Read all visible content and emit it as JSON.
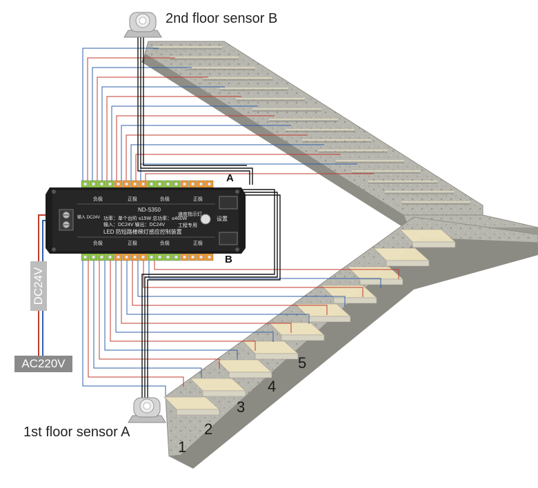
{
  "sensors": {
    "top_label": "2nd floor sensor B",
    "bottom_label": "1st floor sensor A"
  },
  "power": {
    "dc_label": "DC24V",
    "ac_label": "AC220V"
  },
  "controller": {
    "port_a": "A",
    "port_b": "B",
    "model": "ND-S350",
    "title": "LED 防短路楼梯灯感应控制装置",
    "power_line": "功率：单个台阶 ≤15W 总功率：≤480W",
    "io_line": "输入：DC24V  输出：DC24V",
    "speed_label": "速度指示灯",
    "engineering_label": "工程专用",
    "setting_label": "设置",
    "top_groups": [
      "负极",
      "正极",
      "负极",
      "正极"
    ],
    "bottom_groups": [
      "负极",
      "正极",
      "负极",
      "正极"
    ],
    "input_label": "输入 DC24V"
  },
  "steps": [
    "1",
    "2",
    "3",
    "4",
    "5"
  ],
  "colors": {
    "wire_red": "#c0392b",
    "wire_blue": "#2e5fa8",
    "wire_black": "#111111",
    "terminal_green": "#8cc63f",
    "terminal_orange": "#f29a2e",
    "controller_body": "#1c1c1c",
    "stone": "#b9b8b0",
    "step_glow": "#efe4bf"
  },
  "icons": [
    "motion-sensor-icon",
    "terminal-block-icon",
    "screw-terminal-icon"
  ]
}
